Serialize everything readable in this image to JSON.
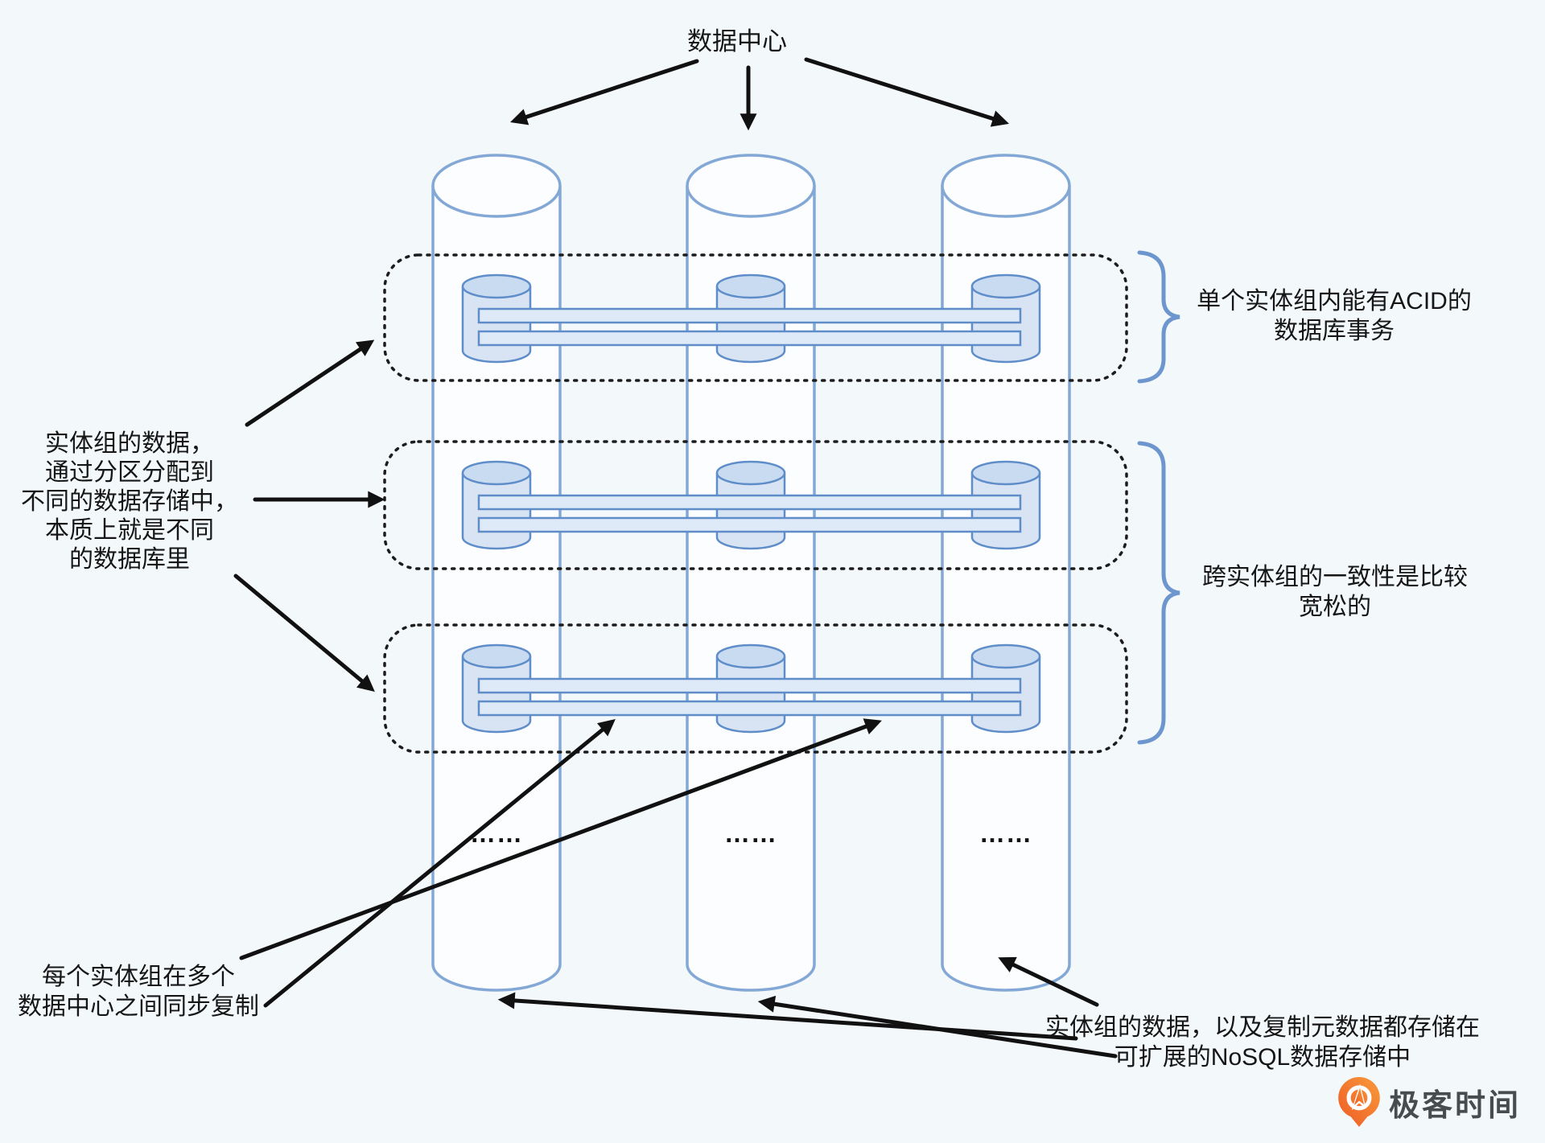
{
  "title": {
    "text": "数据中心"
  },
  "annotations": {
    "left_partition": {
      "lines": [
        "实体组的数据，",
        "通过分区分配到",
        "不同的数据存储中，",
        "本质上就是不同",
        "的数据库里"
      ]
    },
    "right_acid": {
      "lines": [
        "单个实体组内能有ACID的",
        "数据库事务"
      ]
    },
    "right_loose": {
      "lines": [
        "跨实体组的一致性是比较",
        "宽松的"
      ]
    },
    "bottom_left_sync": {
      "lines": [
        "每个实体组在多个",
        "数据中心之间同步复制"
      ]
    },
    "bottom_right_nosql": {
      "lines": [
        "实体组的数据，以及复制元数据都存储在",
        "可扩展的NoSQL数据存储中"
      ]
    }
  },
  "diagram": {
    "datacenter_count": 3,
    "entity_group_rows": 3,
    "ellipsis": "……"
  },
  "logo": {
    "text": "极客时间",
    "icon": "geektime-logo-icon"
  },
  "colors": {
    "background": "#f3f8fa",
    "cylinder_stroke": "#84a8d6",
    "cylinder_fill": "#fbfdfe",
    "db_fill": "#d8e4f4",
    "db_top_fill": "#c9dbf0",
    "db_stroke": "#5f8dc9",
    "pipe_fill": "#dfeaf8",
    "dotted_box": "#1c1c1c",
    "arrow": "#111111",
    "brace": "#6d96cf",
    "text": "#161616",
    "logo_orange": "#f26f21",
    "logo_text": "#474d4f"
  }
}
